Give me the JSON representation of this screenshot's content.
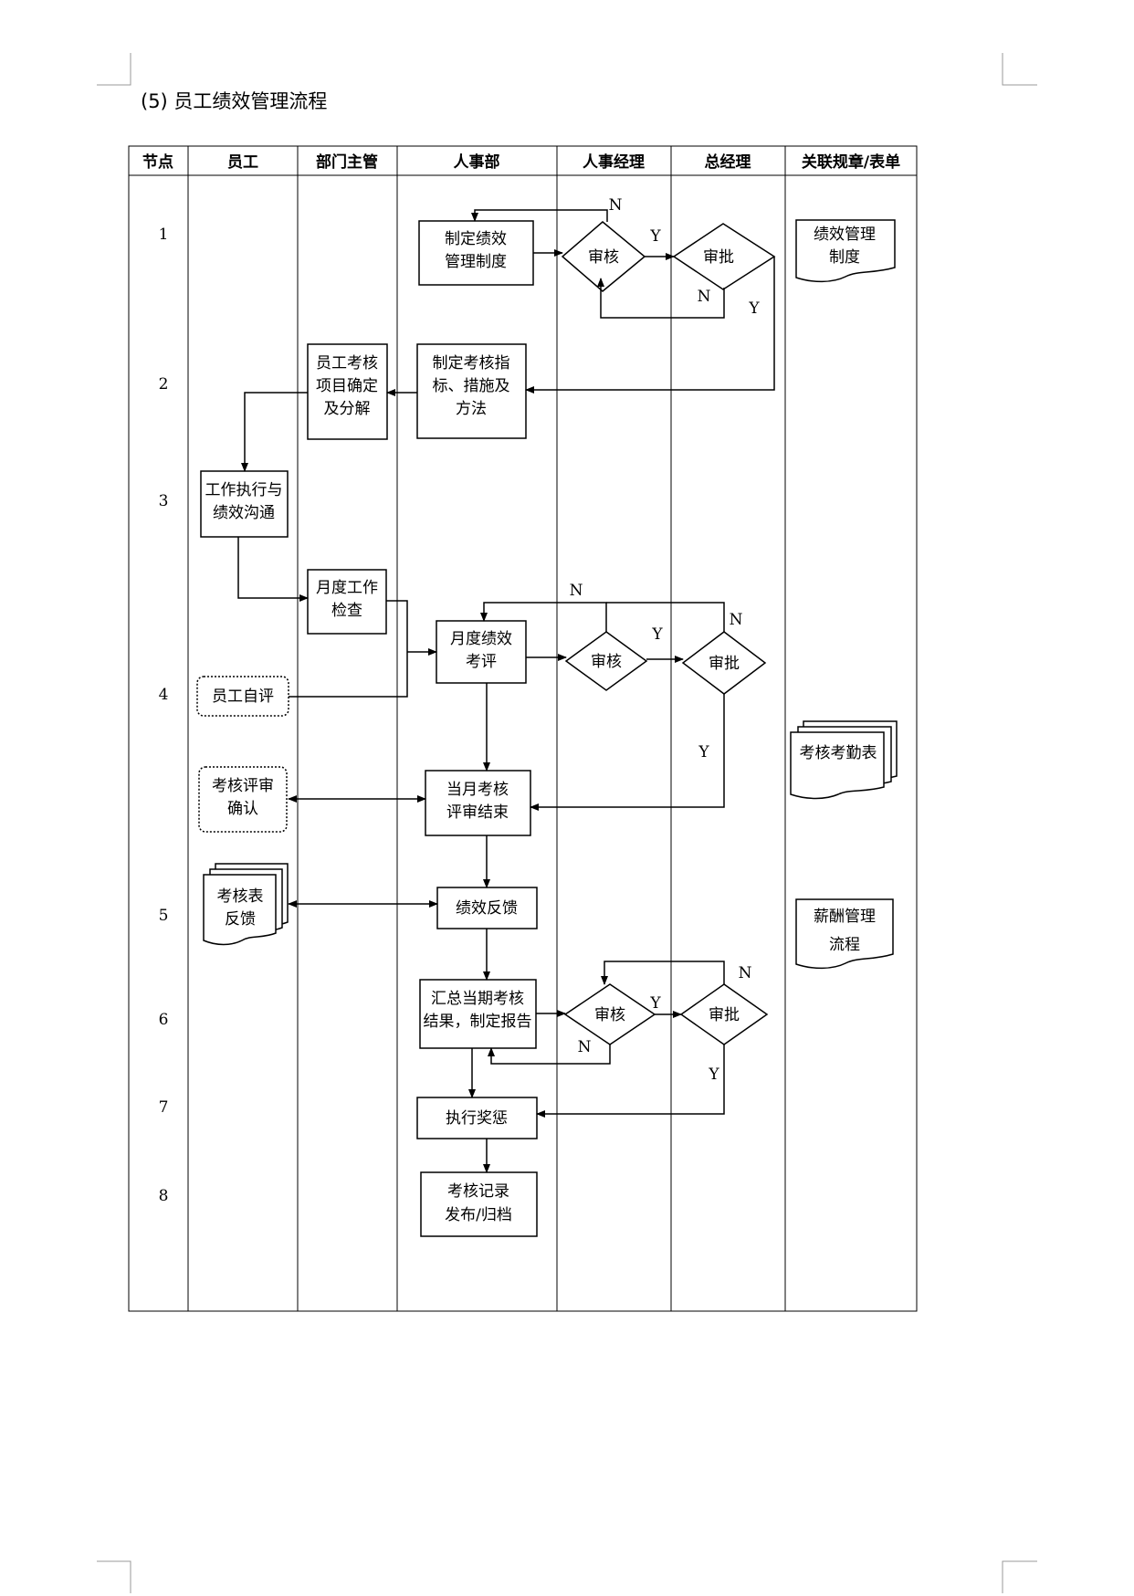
{
  "page_title": "(5)  员工绩效管理流程",
  "columns": [
    "节点",
    "员工",
    "部门主管",
    "人事部",
    "人事经理",
    "总经理",
    "关联规章/表单"
  ],
  "row_numbers": [
    "1",
    "2",
    "3",
    "4",
    "5",
    "6",
    "7",
    "8"
  ],
  "process_boxes": {
    "make_system": [
      "制定绩效",
      "管理制度"
    ],
    "make_indicators": [
      "制定考核指",
      "标、措施及",
      "方法"
    ],
    "items_confirm": [
      "员工考核",
      "项目确定",
      "及分解"
    ],
    "work_exec": [
      "工作执行与",
      "绩效沟通"
    ],
    "monthly_check": [
      "月度工作",
      "检查"
    ],
    "monthly_eval": [
      "月度绩效",
      "考评"
    ],
    "month_end": [
      "当月考核",
      "评审结束"
    ],
    "feedback": [
      "绩效反馈"
    ],
    "summary": [
      "汇总当期考核",
      "结果，制定报告"
    ],
    "reward": [
      "执行奖惩"
    ],
    "archive": [
      "考核记录",
      "发布/归档"
    ]
  },
  "rounded_boxes": {
    "self_eval": [
      "员工自评"
    ],
    "confirm": [
      "考核评审",
      "确认"
    ]
  },
  "decisions": {
    "review": "审核",
    "approve": "审批"
  },
  "documents": {
    "perf_system": [
      "绩效管理",
      "制度"
    ],
    "attendance": [
      "考核考勤表"
    ],
    "form_feedback": [
      "考核表",
      "反馈"
    ],
    "salary": [
      "薪酬管理",
      "流程"
    ]
  },
  "flow_labels": {
    "yes": "Y",
    "no": "N"
  }
}
